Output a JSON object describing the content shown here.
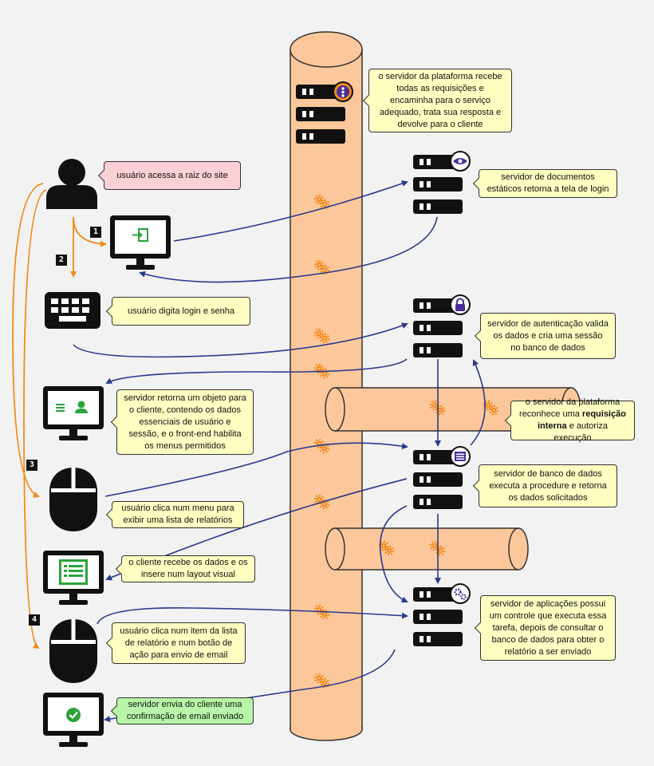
{
  "callouts": {
    "platform": "o servidor da plataforma recebe todas as requisições e encaminha para o serviço adequado, trata sua resposta e devolve para o cliente",
    "user_access": "usuário acessa a raiz do site",
    "docs_server": "servidor de documentos estáticos retorna a tela de login",
    "login_typing": "usuário digita login e senha",
    "auth_server": "servidor de autenticação valida os dados e cria uma sessão no banco de dados",
    "server_returns": "servidor retorna um objeto para o cliente, contendo os dados essenciais de usuário e sessão, e o front-end habilita os menus permitidos",
    "internal_pre": "o servidor da plataforma reconhece uma",
    "internal_bold": "requisição interna",
    "internal_post": "e autoriza execução",
    "menu_click": "usuário clica num menu para exibir uma lista de relatórios",
    "db_server": "servidor de banco de dados executa a procedure e retorna os dados solicitados",
    "client_layout": "o cliente recebe os dados e os insere num layout visual",
    "item_click": "usuário clica num item da lista de relatório e num botão de ação para envio de email",
    "app_server": "servidor de aplicações possui um controle que executa essa tarefa, depois de consultar o banco de dados para obter o relatório a ser enviado",
    "email_confirm": "servidor envia do cliente uma confirmação de email enviado"
  },
  "steps": [
    "1",
    "2",
    "3",
    "4"
  ],
  "colors": {
    "pipe": "#fcc89b",
    "pipe_stroke": "#333333",
    "gear": "#f28a1a",
    "arrow_blue": "#2b3a8c",
    "arrow_orange": "#f28a1a",
    "icon_dark": "#111111",
    "screen_green": "#2aa43a",
    "badge_purple": "#4b2e9c"
  },
  "icons": [
    "user-icon",
    "monitor-icon",
    "keyboard-icon",
    "mouse-icon",
    "server-icon",
    "traffic-light-icon",
    "eye-icon",
    "lock-icon",
    "list-icon",
    "gears-icon",
    "check-icon",
    "login-icon"
  ]
}
